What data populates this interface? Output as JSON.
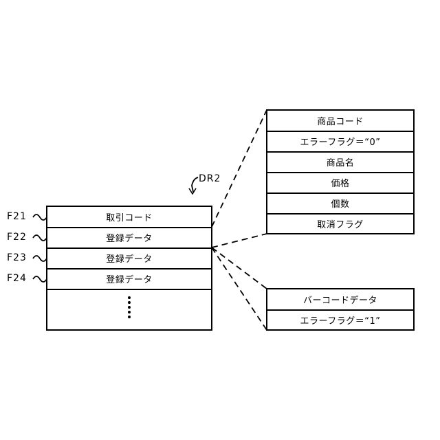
{
  "diagram": {
    "label": "DR2",
    "main_table": {
      "rows": [
        {
          "field": "F21",
          "text": "取引コード"
        },
        {
          "field": "F22",
          "text": "登録データ"
        },
        {
          "field": "F23",
          "text": "登録データ"
        },
        {
          "field": "F24",
          "text": "登録データ"
        }
      ]
    },
    "detail_upper": {
      "rows": [
        "商品コード",
        "エラーフラグ＝“0”",
        "商品名",
        "価格",
        "個数",
        "取消フラグ"
      ]
    },
    "detail_lower": {
      "rows": [
        "バーコードデータ",
        "エラーフラグ＝“1”"
      ]
    }
  }
}
